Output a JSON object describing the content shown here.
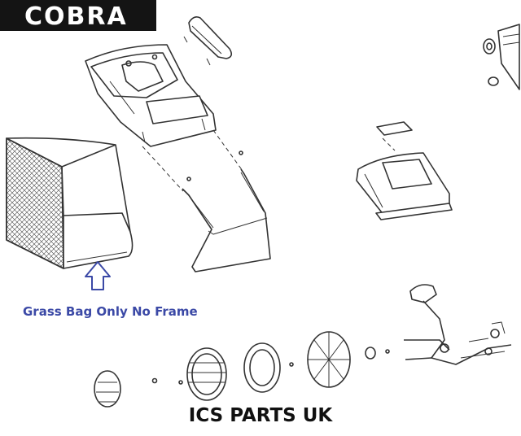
{
  "brand": {
    "logo_text": "COBRA"
  },
  "annotation": {
    "text": "Grass Bag Only No Frame",
    "color": "#3b49a6"
  },
  "footer": {
    "text": "ICS PARTS UK"
  },
  "colors": {
    "line": "#333333",
    "arrow": "#3b49a6",
    "logo_bg": "#141414"
  }
}
